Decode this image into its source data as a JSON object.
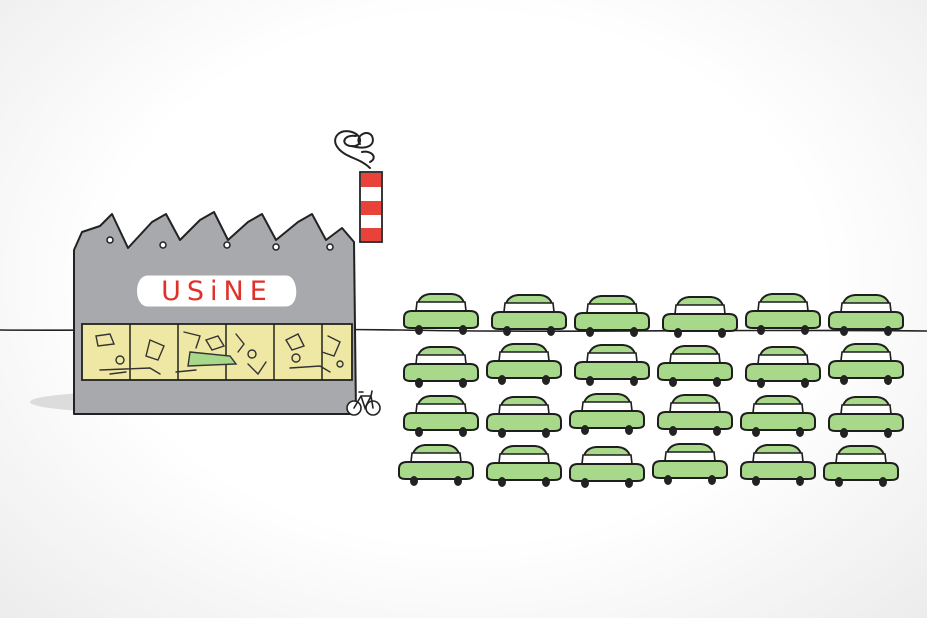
{
  "factory": {
    "sign_text": "USiNE",
    "wall_color": "#a7a9ac",
    "window_color": "#efe8a4",
    "chimney_stripe_color": "#e8423a",
    "sign_text_color": "#e0302a"
  },
  "cars": {
    "rows": 4,
    "columns": 6,
    "body_color": "#a8d98a",
    "wheel_color": "#222222"
  },
  "icons": [
    "factory-icon",
    "chimney-icon",
    "smoke-icon",
    "bicycle-icon",
    "car-icon"
  ]
}
